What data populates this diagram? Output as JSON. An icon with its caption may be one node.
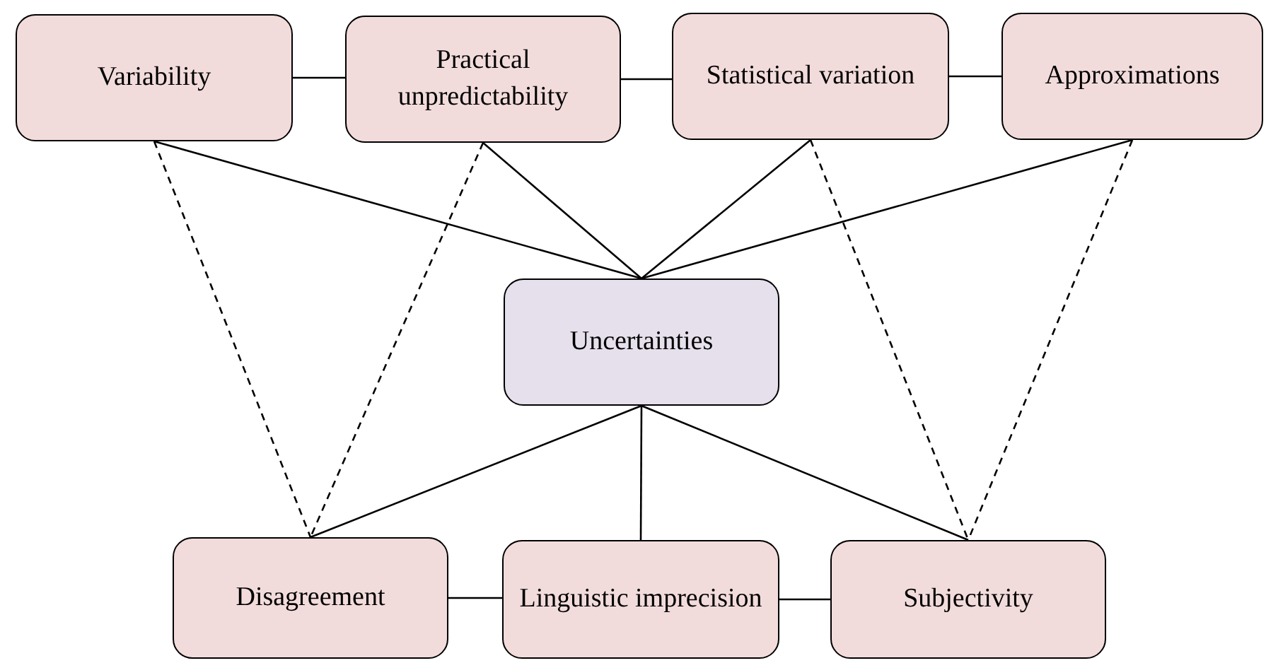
{
  "diagram": {
    "nodes": [
      {
        "text": [
          "Variability"
        ]
      },
      {
        "text": [
          "Practical unpredictability"
        ]
      },
      {
        "text": [
          "Statistical variation"
        ]
      },
      {
        "text": [
          "Approximations"
        ]
      },
      {
        "text": [
          "Uncertainties"
        ]
      },
      {
        "text": [
          "Disagreement"
        ]
      },
      {
        "text": [
          "Linguistic imprecision"
        ]
      },
      {
        "text": [
          "Subjectivity"
        ]
      }
    ],
    "edges": [
      {
        "from": 0,
        "to": 1,
        "arrow": "none"
      },
      {
        "from": 1,
        "to": 2,
        "arrow": "none"
      },
      {
        "from": 2,
        "to": 3,
        "arrow": "none"
      },
      {
        "from": 5,
        "to": 6,
        "arrow": "none"
      },
      {
        "from": 6,
        "to": 7,
        "arrow": "none"
      },
      {
        "from": 0,
        "to": 4,
        "arrow": "none"
      },
      {
        "from": 1,
        "to": 4,
        "arrow": "none"
      },
      {
        "from": 2,
        "to": 4,
        "arrow": "none"
      },
      {
        "from": 3,
        "to": 4,
        "arrow": "none"
      },
      {
        "from": 4,
        "to": 5,
        "arrow": "none"
      },
      {
        "from": 4,
        "to": 6,
        "arrow": "none"
      },
      {
        "from": 4,
        "to": 7,
        "arrow": "none"
      },
      {
        "from": 0,
        "to": 5,
        "arrow": "none",
        "style": "dashed"
      },
      {
        "from": 1,
        "to": 5,
        "arrow": "none",
        "style": "dashed"
      },
      {
        "from": 2,
        "to": 7,
        "arrow": "none",
        "style": "dashed"
      },
      {
        "from": 3,
        "to": 7,
        "arrow": "none",
        "style": "dashed"
      }
    ]
  }
}
